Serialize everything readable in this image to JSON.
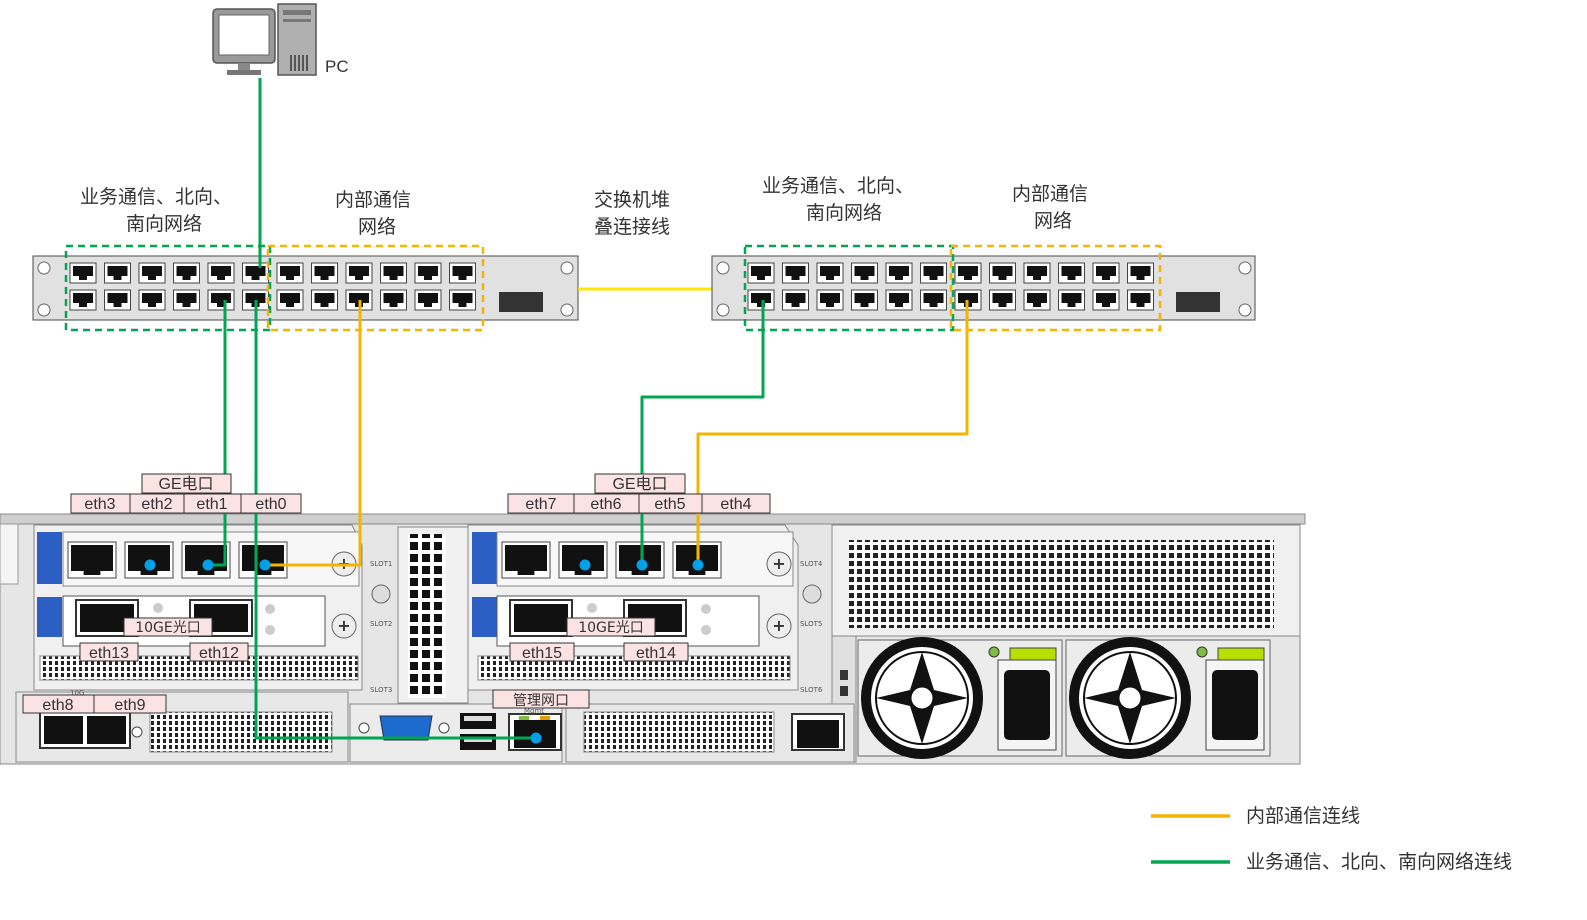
{
  "pc": {
    "label": "PC",
    "icon": "computer-icon"
  },
  "switch_left": {
    "service_label_line1": "业务通信、北向、",
    "service_label_line2": "南向网络",
    "internal_label_line1": "内部通信",
    "internal_label_line2": "网络"
  },
  "stack_cable": {
    "line1": "交换机堆",
    "line2": "叠连接线"
  },
  "switch_right": {
    "service_label_line1": "业务通信、北向、",
    "service_label_line2": "南向网络",
    "internal_label_line1": "内部通信",
    "internal_label_line2": "网络"
  },
  "server": {
    "left_card": {
      "title": "GE电口",
      "ports": [
        "eth3",
        "eth2",
        "eth1",
        "eth0"
      ]
    },
    "right_card": {
      "title": "GE电口",
      "ports": [
        "eth7",
        "eth6",
        "eth5",
        "eth4"
      ]
    },
    "left_optical": {
      "title": "10GE光口",
      "ports": [
        "eth13",
        "eth12"
      ]
    },
    "right_optical": {
      "title": "10GE光口",
      "ports": [
        "eth15",
        "eth14"
      ]
    },
    "onboard": {
      "title": "10G",
      "ports": [
        "eth8",
        "eth9"
      ]
    },
    "mgmt": {
      "title": "管理网口",
      "sub": "Mgmt"
    },
    "slots": [
      "SLOT1",
      "SLOT2",
      "SLOT3",
      "SLOT4",
      "SLOT5",
      "SLOT6"
    ]
  },
  "legend": {
    "internal": {
      "label": "内部通信连线",
      "color": "#f5b400"
    },
    "service": {
      "label": "业务通信、北向、南向网络连线",
      "color": "#00a651"
    }
  },
  "colors": {
    "green": "#00a651",
    "yellow": "#f5b400",
    "stack": "#ffe600",
    "chassis": "#d9d9d9",
    "blue_tab": "#2b5fc4",
    "port_dot": "#00a0e9",
    "label_bg": "#fbe3e3"
  }
}
